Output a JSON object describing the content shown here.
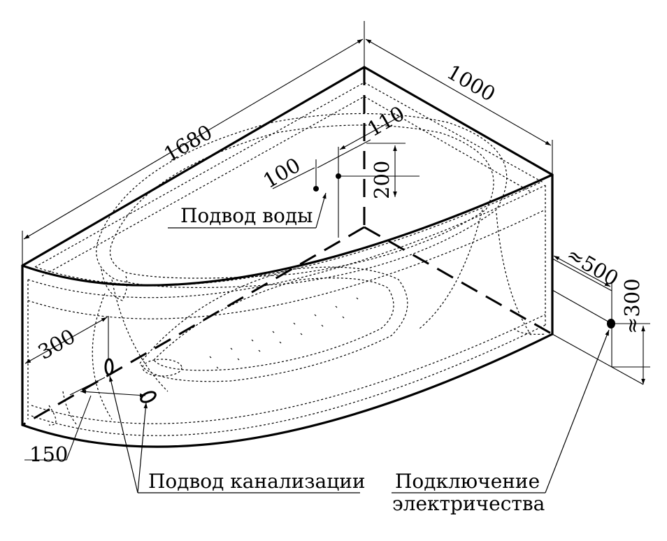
{
  "dimensions": {
    "length": "1680",
    "width": "1000",
    "water_offset_top": "110",
    "water_spacing": "100",
    "water_height": "200",
    "drain_offset": "300",
    "drain_spacing": "150",
    "electric_offset": "≈500",
    "electric_height": "≈300"
  },
  "labels": {
    "water_supply": "Подвод воды",
    "drain_connection": "Подвод канализации",
    "electric_line1": "Подключение",
    "electric_line2": "электричества"
  }
}
